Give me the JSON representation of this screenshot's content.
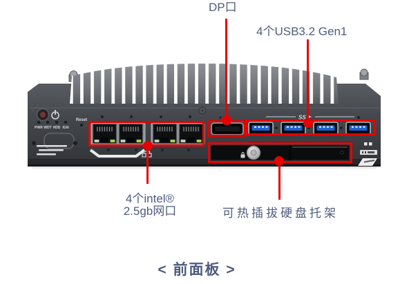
{
  "page": {
    "caption": "< 前面板 >"
  },
  "colors": {
    "accent_red": "#e60000",
    "label_text": "#4d5b7c"
  },
  "callouts": {
    "dp": {
      "label": "DP口"
    },
    "usb": {
      "label": "4个USB3.2 Gen1"
    },
    "lan": {
      "label_line1": "4个intel®",
      "label_line2": "2.5gb网口"
    },
    "tray": {
      "label": "可热插拔硬盘托架"
    }
  },
  "device": {
    "led_labels": [
      "PWR",
      "WDT",
      "HDD",
      "IGN"
    ],
    "reset_label": "Reset",
    "usb_speed_mark": "SS"
  }
}
